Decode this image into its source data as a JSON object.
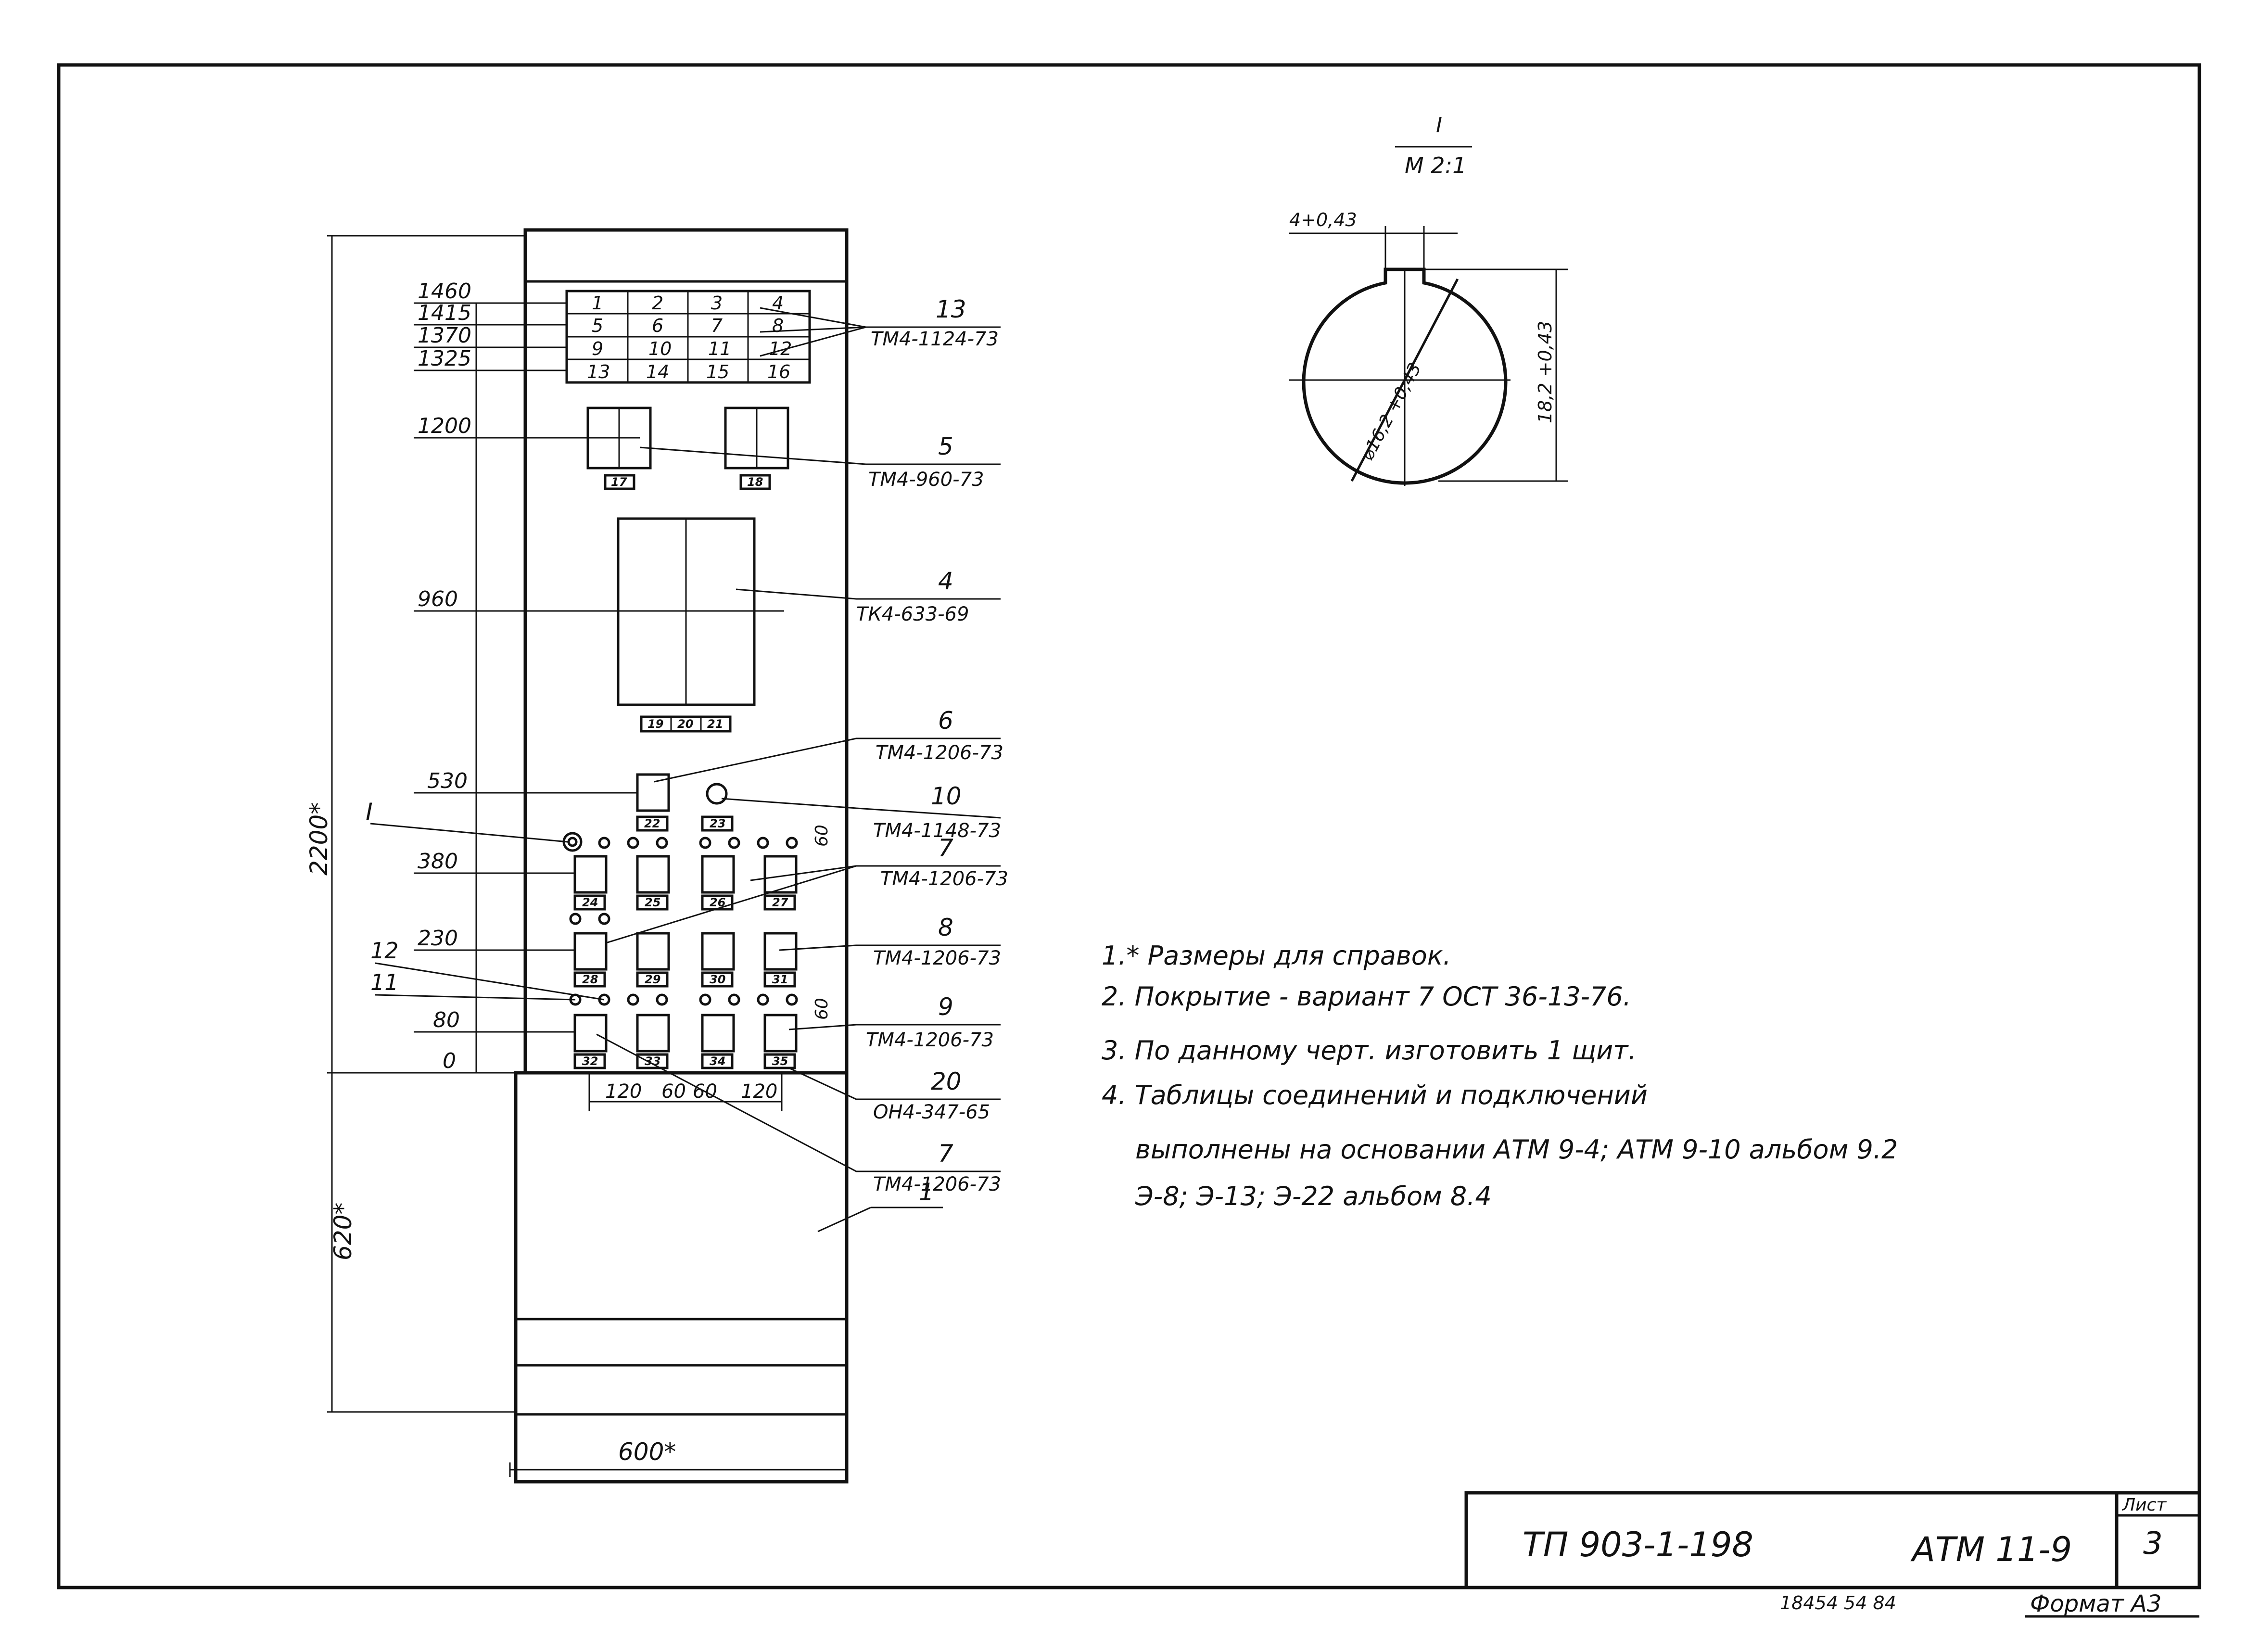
{
  "panel": {
    "dims_left": [
      "1460",
      "1415",
      "1370",
      "1325",
      "1200",
      "960",
      "530",
      "380",
      "230",
      "80",
      "0"
    ],
    "overall_height": "2200*",
    "base_height": "620*",
    "width": "600*",
    "bottom_dims": [
      "120",
      "60",
      "60",
      "120"
    ],
    "roman_label": "I",
    "left_labels": [
      "12",
      "11"
    ],
    "dim_60": "60",
    "grid_cells": [
      "1",
      "2",
      "3",
      "4",
      "5",
      "6",
      "7",
      "8",
      "9",
      "10",
      "11",
      "12",
      "13",
      "14",
      "15",
      "16"
    ],
    "tags": [
      "17",
      "18",
      "19",
      "20",
      "21",
      "22",
      "23",
      "24",
      "25",
      "26",
      "27",
      "28",
      "29",
      "30",
      "31",
      "32",
      "33",
      "34",
      "35"
    ]
  },
  "callouts": [
    {
      "num": "13",
      "code": "ТМ4-1124-73"
    },
    {
      "num": "5",
      "code": "ТМ4-960-73"
    },
    {
      "num": "4",
      "code": "ТК4-633-69"
    },
    {
      "num": "6",
      "code": "ТМ4-1206-73"
    },
    {
      "num": "10",
      "code": "ТМ4-1148-73"
    },
    {
      "num": "7",
      "code": "ТМ4-1206-73"
    },
    {
      "num": "8",
      "code": "ТМ4-1206-73"
    },
    {
      "num": "9",
      "code": "ТМ4-1206-73"
    },
    {
      "num": "20",
      "code": "ОН4-347-65"
    },
    {
      "num": "7",
      "code": "ТМ4-1206-73"
    },
    {
      "num": "1",
      "code": ""
    }
  ],
  "detail": {
    "title": "I",
    "scale": "М 2:1",
    "key_width": "4+0,43",
    "diameter": "⌀16,2 +0,43",
    "height": "18,2 +0,43"
  },
  "notes": [
    "1.* Размеры для справок.",
    "2. Покрытие - вариант 7 ОСТ 36-13-76.",
    "3. По данному черт. изготовить 1 щит.",
    "4. Таблицы соединений и подключений",
    "выполнены на основании АТМ 9-4; АТМ 9-10 альбом 9.2",
    "Э-8; Э-13; Э-22 альбом 8.4"
  ],
  "title_block": {
    "project": "ТП 903-1-198",
    "drawing": "АТМ 11-9",
    "sheet_label": "Лист",
    "sheet": "3",
    "footer_number": "18454  54  84",
    "format": "Формат А3"
  }
}
